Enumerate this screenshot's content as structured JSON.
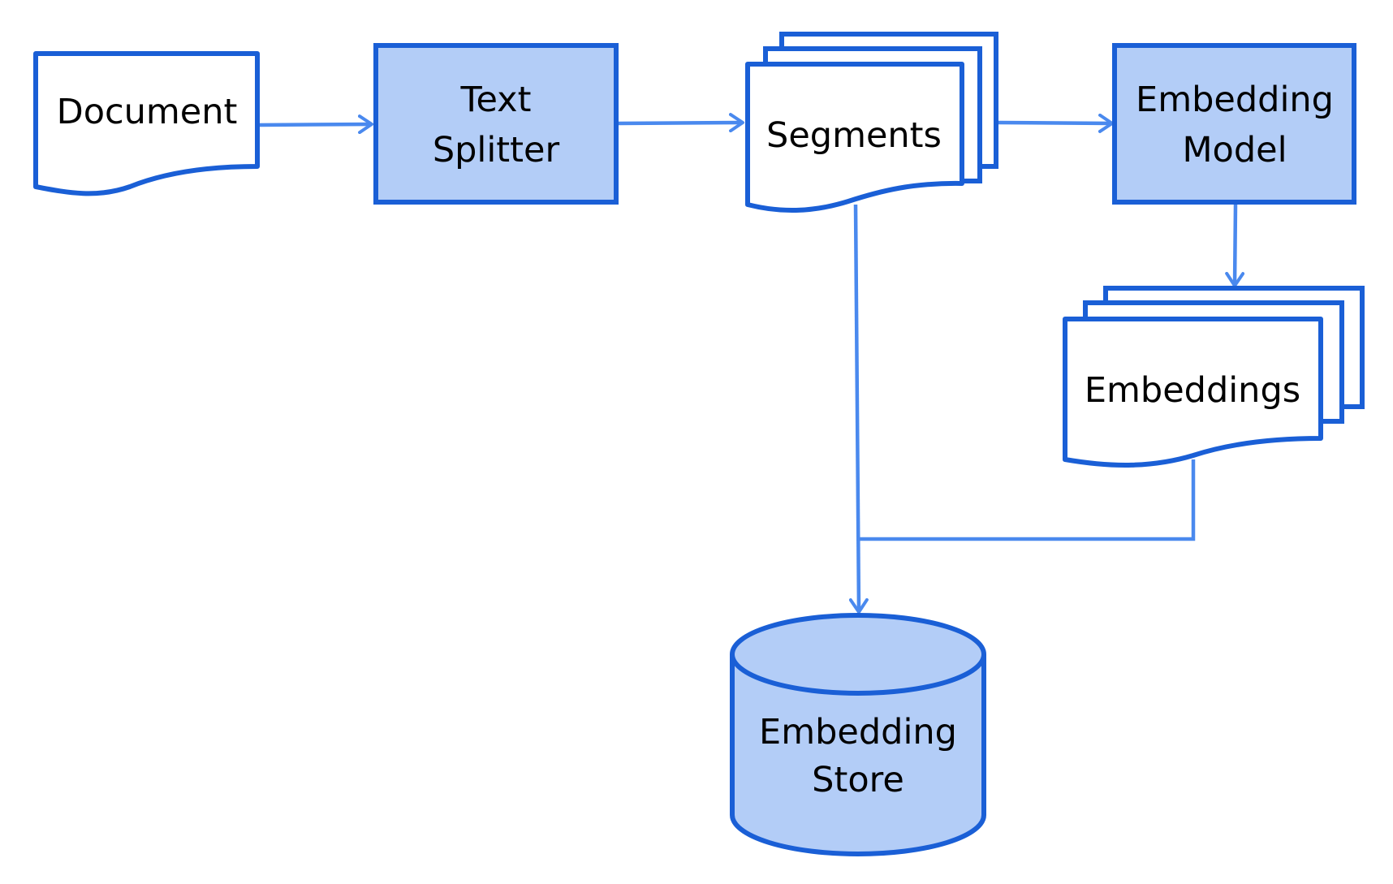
{
  "colors": {
    "stroke": "#1a5fd6",
    "fill_light": "#b3cdf7",
    "paper": "#ffffff",
    "arrow": "#4a89ee",
    "text": "#000000"
  },
  "nodes": {
    "document": {
      "label": "Document",
      "shape": "document"
    },
    "text_splitter": {
      "line1": "Text",
      "line2": "Splitter",
      "shape": "process"
    },
    "segments": {
      "label": "Segments",
      "shape": "multi-document"
    },
    "embedding_model": {
      "line1": "Embedding",
      "line2": "Model",
      "shape": "process"
    },
    "embeddings": {
      "label": "Embeddings",
      "shape": "multi-document"
    },
    "embedding_store": {
      "line1": "Embedding",
      "line2": "Store",
      "shape": "database"
    }
  },
  "edges": [
    {
      "from": "document",
      "to": "text_splitter"
    },
    {
      "from": "text_splitter",
      "to": "segments"
    },
    {
      "from": "segments",
      "to": "embedding_model"
    },
    {
      "from": "embedding_model",
      "to": "embeddings"
    },
    {
      "from": "segments",
      "to": "embedding_store"
    },
    {
      "from": "embeddings",
      "to": "embedding_store"
    }
  ]
}
